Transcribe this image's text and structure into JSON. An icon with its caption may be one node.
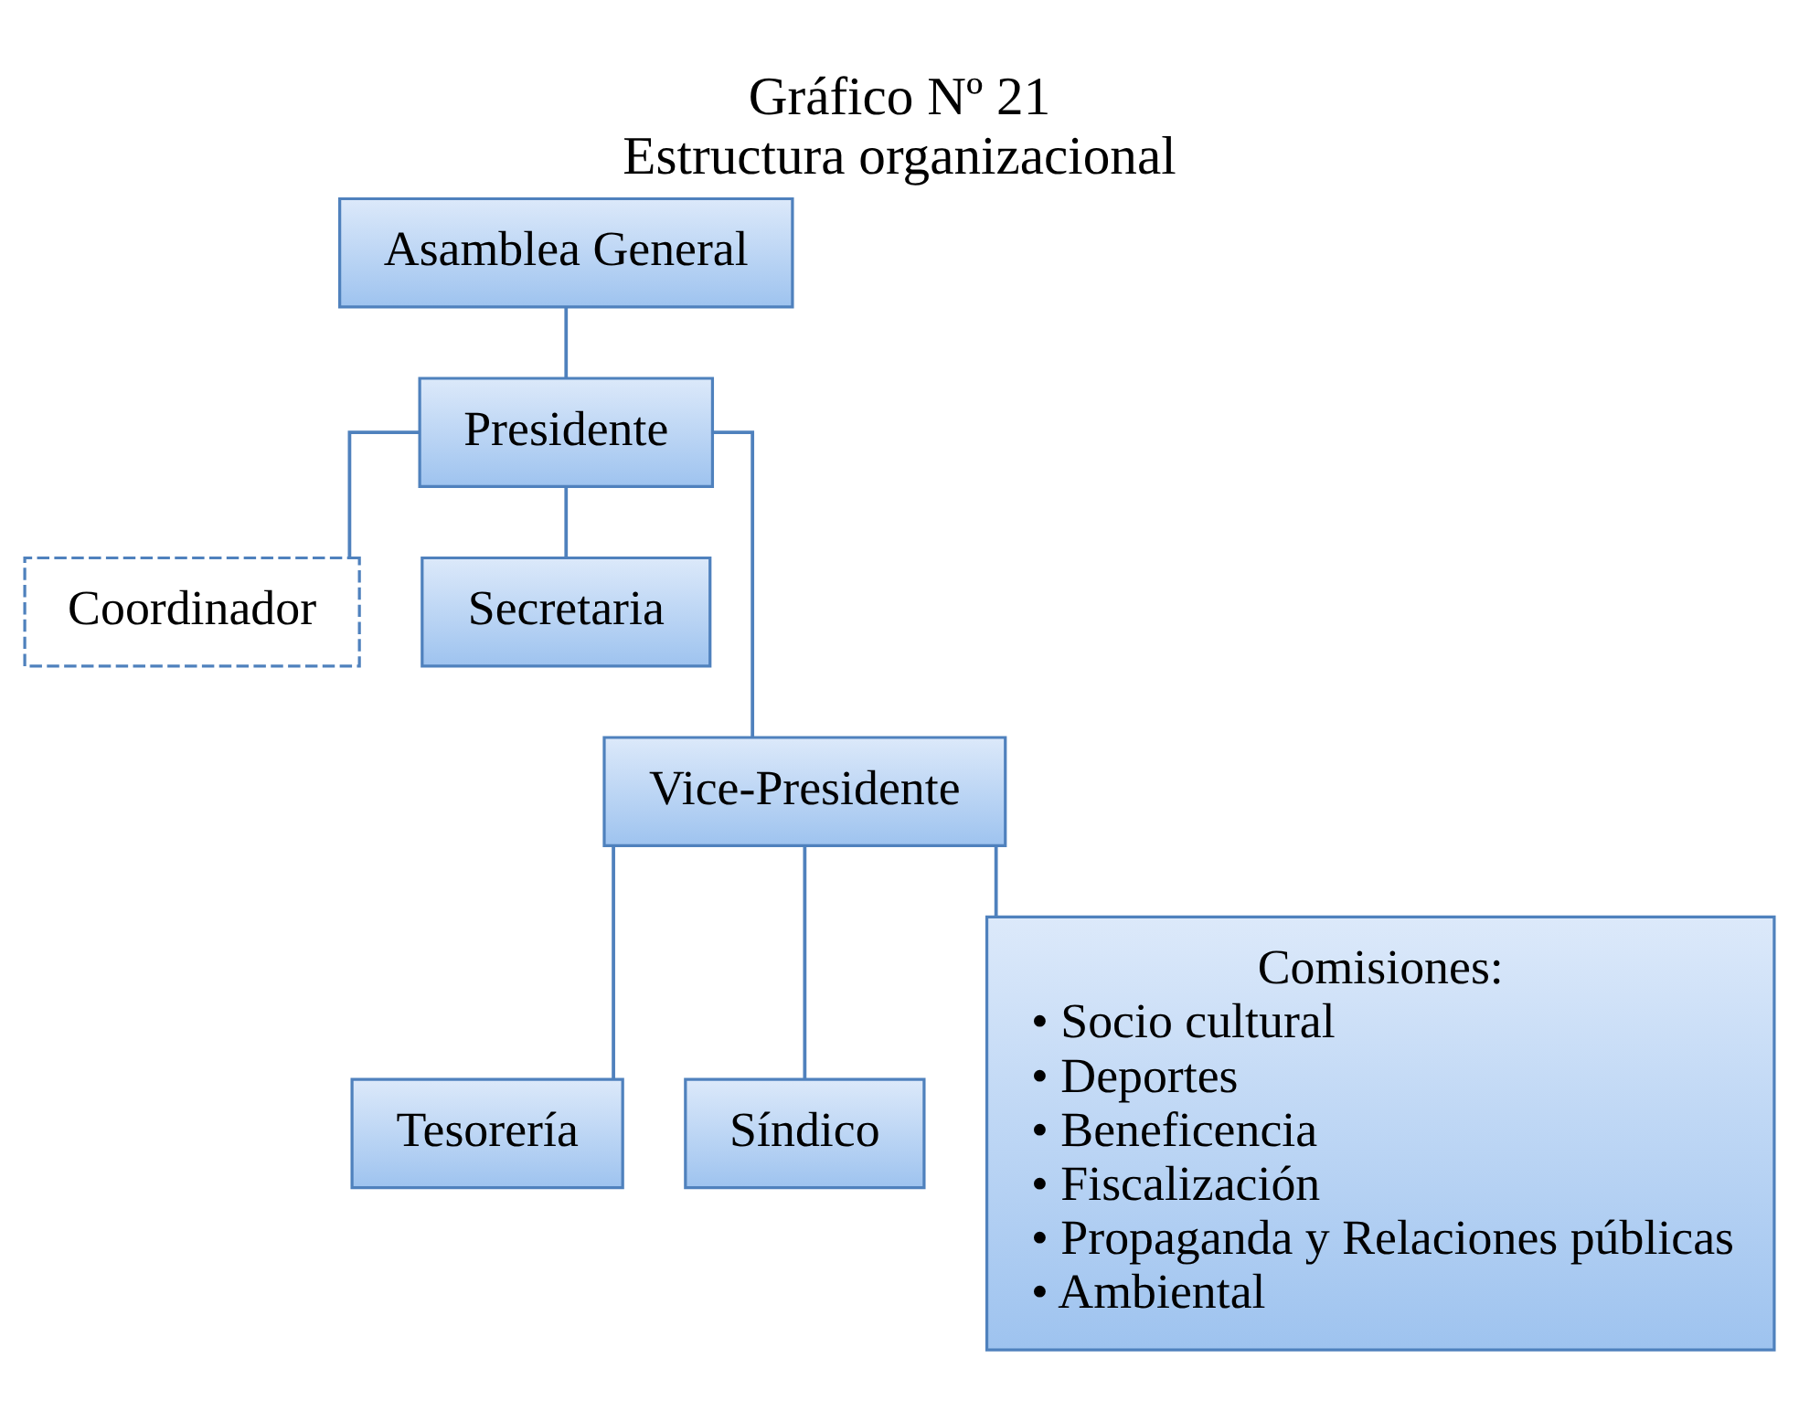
{
  "diagram": {
    "title": "Gráfico Nº 21",
    "caption": "Estructura organizacional",
    "nodes": [
      {
        "text": [
          "Asamblea General"
        ]
      },
      {
        "text": [
          "Presidente"
        ]
      },
      {
        "text": [
          "Coordinador"
        ]
      },
      {
        "text": [
          "Secretaria"
        ]
      },
      {
        "text": [
          "Vice-Presidente"
        ]
      },
      {
        "text": [
          "Tesorería"
        ]
      },
      {
        "text": [
          "Síndico"
        ]
      },
      {
        "text": [
          "Comisiones:",
          "• Socio cultural",
          "• Deportes",
          "• Beneficencia",
          "• Fiscalización",
          "• Propaganda y Relaciones públicas",
          "• Ambiental"
        ]
      }
    ],
    "edges": [
      {
        "from": 0,
        "to": 1,
        "arrow": "none"
      },
      {
        "from": 1,
        "to": 4,
        "arrow": "none"
      },
      {
        "from": 1,
        "to": 2,
        "arrow": "none"
      },
      {
        "from": 1,
        "to": 3,
        "arrow": "none"
      },
      {
        "from": 4,
        "to": 5,
        "arrow": "none"
      },
      {
        "from": 4,
        "to": 6,
        "arrow": "none"
      },
      {
        "from": 4,
        "to": 7,
        "arrow": "none"
      }
    ]
  }
}
